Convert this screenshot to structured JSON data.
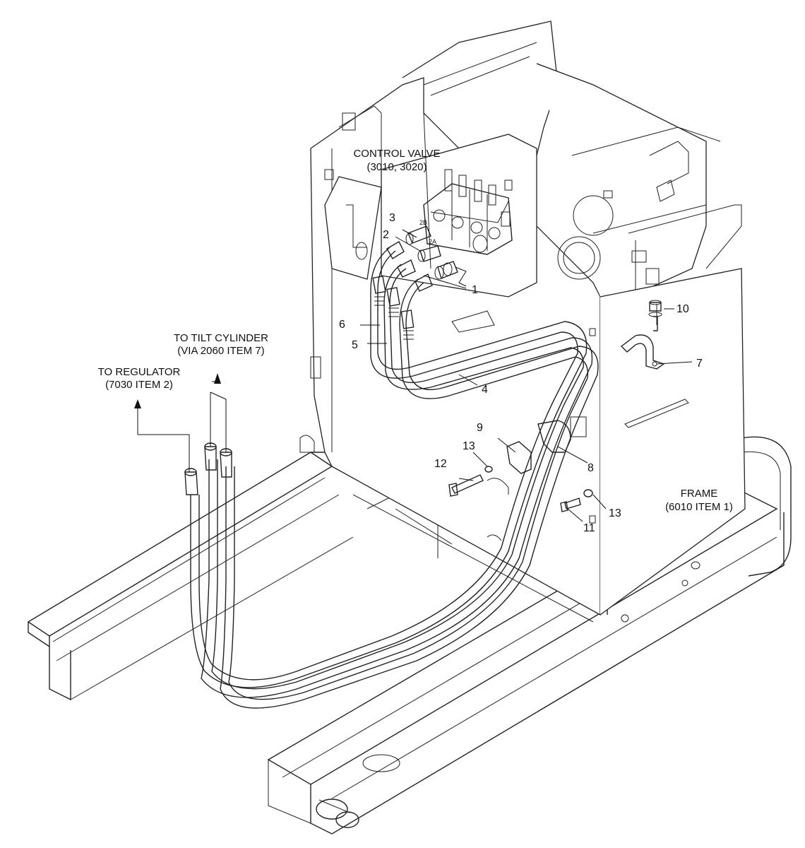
{
  "labels": {
    "control_valve": "CONTROL VALVE",
    "control_valve_ref": "(3010, 3020)",
    "tilt_cylinder": "TO TILT CYLINDER",
    "tilt_cylinder_ref": "(VIA 2060 ITEM 7)",
    "regulator": "TO REGULATOR",
    "regulator_ref": "(7030 ITEM 2)",
    "frame": "FRAME",
    "frame_ref": "(6010 ITEM 1)",
    "port_2b": "2B",
    "port_2a": "2A"
  },
  "callouts": {
    "c1": "1",
    "c2": "2",
    "c3": "3",
    "c4": "4",
    "c5": "5",
    "c6": "6",
    "c7": "7",
    "c8": "8",
    "c9": "9",
    "c10": "10",
    "c11": "11",
    "c12": "12",
    "c13a": "13",
    "c13b": "13"
  }
}
